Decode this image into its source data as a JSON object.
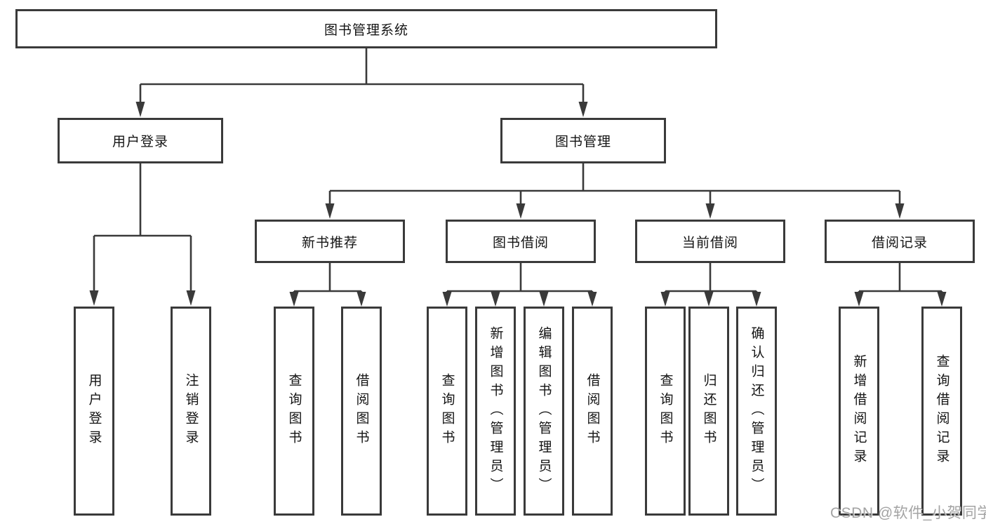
{
  "tree": {
    "root": {
      "label": "图书管理系统"
    },
    "branches": [
      {
        "label": "用户登录",
        "children": [
          {
            "label": "用户登录"
          },
          {
            "label": "注销登录"
          }
        ]
      },
      {
        "label": "图书管理",
        "groups": [
          {
            "label": "新书推荐",
            "children": [
              {
                "label": "查询图书"
              },
              {
                "label": "借阅图书"
              }
            ]
          },
          {
            "label": "图书借阅",
            "children": [
              {
                "label": "查询图书"
              },
              {
                "label": "新增图书（管理员）"
              },
              {
                "label": "编辑图书（管理员）"
              },
              {
                "label": "借阅图书"
              }
            ]
          },
          {
            "label": "当前借阅",
            "children": [
              {
                "label": "查询图书"
              },
              {
                "label": "归还图书"
              },
              {
                "label": "确认归还（管理员）"
              }
            ]
          },
          {
            "label": "借阅记录",
            "children": [
              {
                "label": "新增借阅记录"
              },
              {
                "label": "查询借阅记录"
              }
            ]
          }
        ]
      }
    ],
    "colors": {
      "line": "#3a3a3a",
      "text": "#141414",
      "background": "#ffffff",
      "watermark": "#9b9b9b"
    }
  },
  "watermark": {
    "text": "CSDN @软件_小贺同学"
  }
}
